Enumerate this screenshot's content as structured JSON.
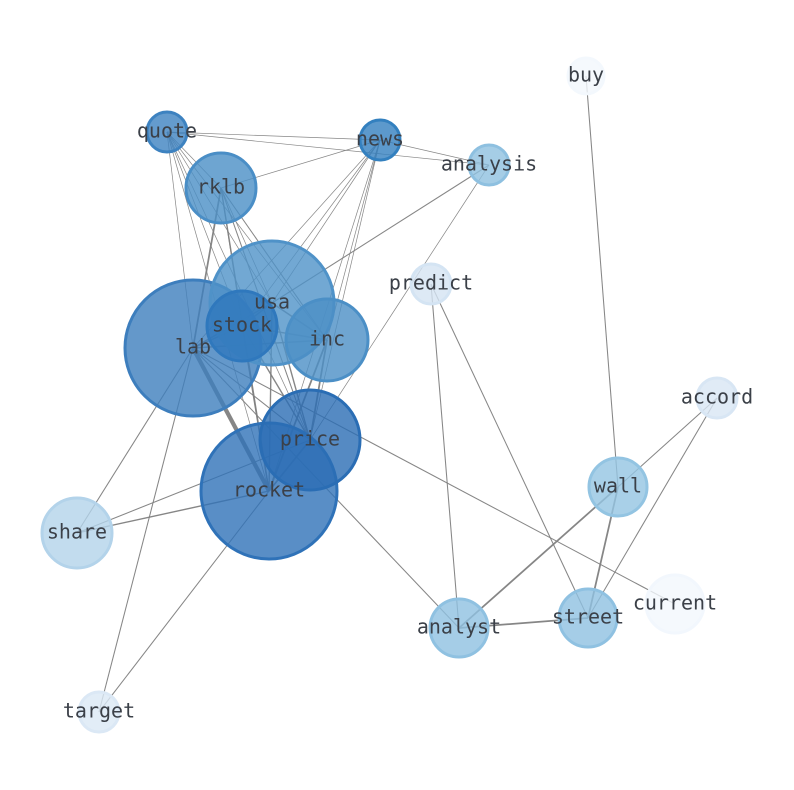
{
  "nodes": [
    {
      "id": "lab",
      "label": "lab",
      "color": "#3d7ebd"
    },
    {
      "id": "rocket",
      "label": "rocket",
      "color": "#2f72b8"
    },
    {
      "id": "usa",
      "label": "usa",
      "color": "#4f92c8"
    },
    {
      "id": "price",
      "label": "price",
      "color": "#2a6db4"
    },
    {
      "id": "inc",
      "label": "inc",
      "color": "#4b8fc6"
    },
    {
      "id": "stock",
      "label": "stock",
      "color": "#2f78bd"
    },
    {
      "id": "rkbl",
      "label": "rklb",
      "color": "#4a8ec6"
    },
    {
      "id": "quote",
      "label": "quote",
      "color": "#3d82c0"
    },
    {
      "id": "news",
      "label": "news",
      "color": "#3380bf"
    },
    {
      "id": "analysis",
      "label": "analysis",
      "color": "#8ec0e0"
    },
    {
      "id": "predict",
      "label": "predict",
      "color": "#d4e4f3"
    },
    {
      "id": "buy",
      "label": "buy",
      "color": "#f3f8fd"
    },
    {
      "id": "accord",
      "label": "accord",
      "color": "#d8e6f4"
    },
    {
      "id": "wall",
      "label": "wall",
      "color": "#93c4e2"
    },
    {
      "id": "street",
      "label": "street",
      "color": "#8fc1e1"
    },
    {
      "id": "analyst",
      "label": "analyst",
      "color": "#8fc1e1"
    },
    {
      "id": "current",
      "label": "current",
      "color": "#f2f7fd"
    },
    {
      "id": "share",
      "label": "share",
      "color": "#b3d3ea"
    },
    {
      "id": "target",
      "label": "target",
      "color": "#dbe8f5"
    }
  ],
  "edges": [
    {
      "source": "lab",
      "target": "rocket",
      "weight": 6
    },
    {
      "source": "lab",
      "target": "rkbl",
      "weight": 2.5
    },
    {
      "source": "lab",
      "target": "usa",
      "weight": 2
    },
    {
      "source": "lab",
      "target": "stock",
      "weight": 2
    },
    {
      "source": "lab",
      "target": "inc",
      "weight": 2
    },
    {
      "source": "lab",
      "target": "price",
      "weight": 1.5
    },
    {
      "source": "lab",
      "target": "share",
      "weight": 1.5
    },
    {
      "source": "lab",
      "target": "target",
      "weight": 1.5
    },
    {
      "source": "lab",
      "target": "analyst",
      "weight": 1.5
    },
    {
      "source": "lab",
      "target": "current",
      "weight": 1.5
    },
    {
      "source": "lab",
      "target": "quote",
      "weight": 1
    },
    {
      "source": "lab",
      "target": "news",
      "weight": 1
    },
    {
      "source": "rocket",
      "target": "usa",
      "weight": 2
    },
    {
      "source": "rocket",
      "target": "stock",
      "weight": 2
    },
    {
      "source": "rocket",
      "target": "inc",
      "weight": 2.5
    },
    {
      "source": "rocket",
      "target": "price",
      "weight": 2.5
    },
    {
      "source": "rocket",
      "target": "rkbl",
      "weight": 2
    },
    {
      "source": "rocket",
      "target": "share",
      "weight": 2
    },
    {
      "source": "rocket",
      "target": "target",
      "weight": 1.5
    },
    {
      "source": "rocket",
      "target": "quote",
      "weight": 1
    },
    {
      "source": "rocket",
      "target": "news",
      "weight": 1
    },
    {
      "source": "usa",
      "target": "stock",
      "weight": 2
    },
    {
      "source": "usa",
      "target": "inc",
      "weight": 2
    },
    {
      "source": "usa",
      "target": "price",
      "weight": 2
    },
    {
      "source": "usa",
      "target": "rkbl",
      "weight": 1
    },
    {
      "source": "usa",
      "target": "quote",
      "weight": 1
    },
    {
      "source": "usa",
      "target": "news",
      "weight": 1
    },
    {
      "source": "usa",
      "target": "analysis",
      "weight": 1.5
    },
    {
      "source": "stock",
      "target": "inc",
      "weight": 2
    },
    {
      "source": "stock",
      "target": "price",
      "weight": 2
    },
    {
      "source": "stock",
      "target": "rkbl",
      "weight": 1
    },
    {
      "source": "stock",
      "target": "quote",
      "weight": 1
    },
    {
      "source": "stock",
      "target": "news",
      "weight": 1
    },
    {
      "source": "inc",
      "target": "price",
      "weight": 2.5
    },
    {
      "source": "inc",
      "target": "rkbl",
      "weight": 1.5
    },
    {
      "source": "inc",
      "target": "quote",
      "weight": 1
    },
    {
      "source": "inc",
      "target": "news",
      "weight": 1
    },
    {
      "source": "price",
      "target": "share",
      "weight": 1.5
    },
    {
      "source": "price",
      "target": "rkbl",
      "weight": 1.5
    },
    {
      "source": "price",
      "target": "quote",
      "weight": 1
    },
    {
      "source": "price",
      "target": "news",
      "weight": 1
    },
    {
      "source": "price",
      "target": "analysis",
      "weight": 1
    },
    {
      "source": "rkbl",
      "target": "quote",
      "weight": 1
    },
    {
      "source": "rkbl",
      "target": "news",
      "weight": 1
    },
    {
      "source": "quote",
      "target": "news",
      "weight": 1
    },
    {
      "source": "quote",
      "target": "analysis",
      "weight": 1
    },
    {
      "source": "news",
      "target": "analysis",
      "weight": 1
    },
    {
      "source": "predict",
      "target": "analyst",
      "weight": 1.5
    },
    {
      "source": "predict",
      "target": "street",
      "weight": 1.5
    },
    {
      "source": "buy",
      "target": "wall",
      "weight": 1.5
    },
    {
      "source": "accord",
      "target": "wall",
      "weight": 1.5
    },
    {
      "source": "accord",
      "target": "street",
      "weight": 1.5
    },
    {
      "source": "wall",
      "target": "street",
      "weight": 2.5
    },
    {
      "source": "wall",
      "target": "analyst",
      "weight": 2.5
    },
    {
      "source": "analyst",
      "target": "street",
      "weight": 2.5
    }
  ]
}
